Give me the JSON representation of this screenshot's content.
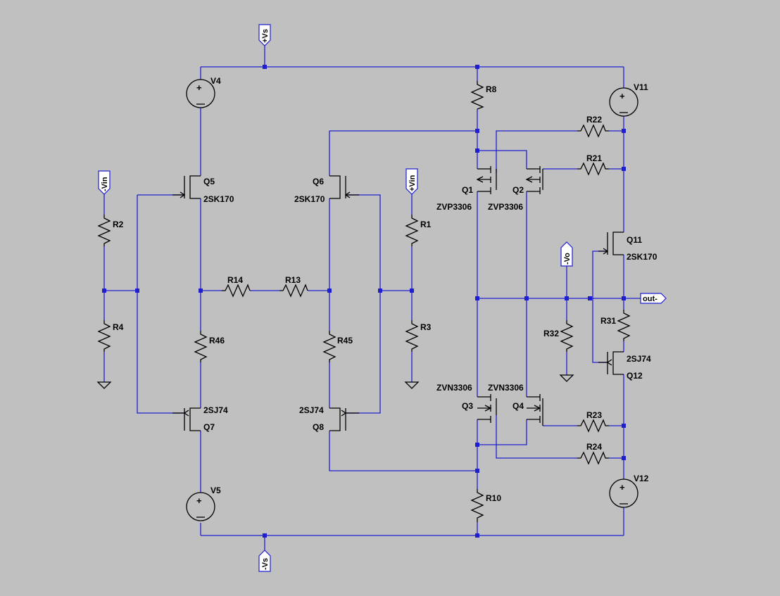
{
  "colors": {
    "background": "#c0c0c0",
    "wire": "#1f1fcf",
    "component": "#000000"
  },
  "ports": {
    "vs_pos": "+Vs",
    "vs_neg": "-Vs",
    "vin_neg": "-Vin",
    "vin_pos": "+Vin",
    "vo_neg": "-Vo",
    "out_neg": "out-"
  },
  "sources": {
    "V4": "V4",
    "V5": "V5",
    "V11": "V11",
    "V12": "V12"
  },
  "resistors": {
    "R1": "R1",
    "R2": "R2",
    "R3": "R3",
    "R4": "R4",
    "R8": "R8",
    "R10": "R10",
    "R13": "R13",
    "R14": "R14",
    "R21": "R21",
    "R22": "R22",
    "R23": "R23",
    "R24": "R24",
    "R31": "R31",
    "R32": "R32",
    "R45": "R45",
    "R46": "R46"
  },
  "transistors": {
    "Q1": {
      "name": "Q1",
      "part": "ZVP3306"
    },
    "Q2": {
      "name": "Q2",
      "part": "ZVP3306"
    },
    "Q3": {
      "name": "Q3",
      "part": "ZVN3306"
    },
    "Q4": {
      "name": "Q4",
      "part": "ZVN3306"
    },
    "Q5": {
      "name": "Q5",
      "part": "2SK170"
    },
    "Q6": {
      "name": "Q6",
      "part": "2SK170"
    },
    "Q7": {
      "name": "Q7",
      "part": "2SJ74"
    },
    "Q8": {
      "name": "Q8",
      "part": "2SJ74"
    },
    "Q11": {
      "name": "Q11",
      "part": "2SK170"
    },
    "Q12": {
      "name": "Q12",
      "part": "2SJ74"
    }
  }
}
